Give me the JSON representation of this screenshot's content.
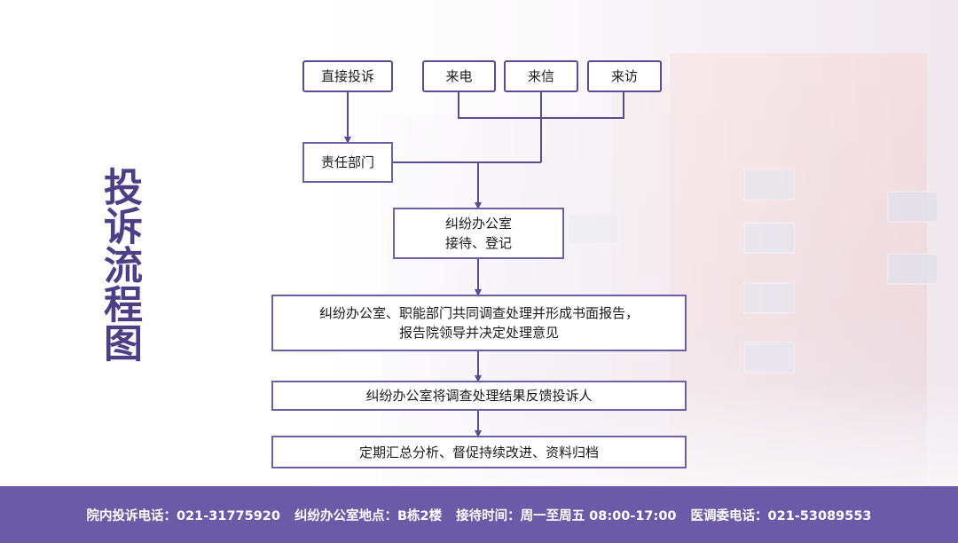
{
  "title": "投诉流程图",
  "sources": {
    "direct": "直接投诉",
    "phone": "来电",
    "letter": "来信",
    "visit": "来访"
  },
  "steps": {
    "department": "责任部门",
    "reception_line1": "纠纷办公室",
    "reception_line2": "接待、登记",
    "investigate_line1": "纠纷办公室、职能部门共同调查处理并形成书面报告，",
    "investigate_line2": "报告院领导并决定处理意见",
    "feedback": "纠纷办公室将调查处理结果反馈投诉人",
    "summary": "定期汇总分析、督促持续改进、资料归档"
  },
  "footer": {
    "hotline": "院内投诉电话：021-31775920",
    "office": "纠纷办公室地点：B栋2楼",
    "hours": "接待时间：周一至周五 08:00-17:00",
    "mediation": "医调委电话：021-53089553"
  },
  "colors": {
    "accent": "#4d3e86",
    "line": "#5b4b94",
    "footer_bg": "#6a5aa8"
  }
}
